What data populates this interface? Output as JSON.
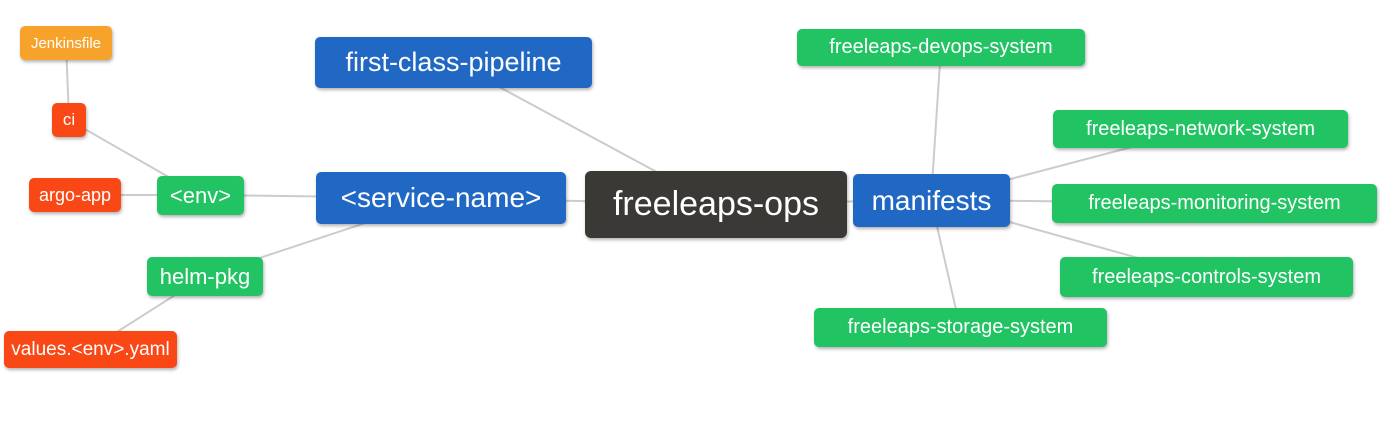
{
  "diagram": {
    "type": "mindmap",
    "root_label": "freeleaps-ops",
    "palette": {
      "blue": "#2168C4",
      "green": "#22C363",
      "red_orange": "#F94816",
      "amber": "#F7A32B",
      "dark": "#3B3936",
      "edge": "#cccccc",
      "text": "#ffffff",
      "background": "#ffffff"
    },
    "nodes": [
      {
        "id": "jenkinsfile",
        "label": "Jenkinsfile",
        "color": "#F7A32B"
      },
      {
        "id": "ci",
        "label": "ci",
        "color": "#F94816"
      },
      {
        "id": "argo-app",
        "label": "argo-app",
        "color": "#F94816"
      },
      {
        "id": "env",
        "label": "<env>",
        "color": "#22C363"
      },
      {
        "id": "helm-pkg",
        "label": "helm-pkg",
        "color": "#22C363"
      },
      {
        "id": "values-env-yaml",
        "label": "values.<env>.yaml",
        "color": "#F94816"
      },
      {
        "id": "first-class-pipeline",
        "label": "first-class-pipeline",
        "color": "#2168C4"
      },
      {
        "id": "service-name",
        "label": "<service-name>",
        "color": "#2168C4"
      },
      {
        "id": "freeleaps-ops",
        "label": "freeleaps-ops",
        "color": "#3B3936"
      },
      {
        "id": "manifests",
        "label": "manifests",
        "color": "#2168C4"
      },
      {
        "id": "freeleaps-devops-system",
        "label": "freeleaps-devops-system",
        "color": "#22C363"
      },
      {
        "id": "freeleaps-network-system",
        "label": "freeleaps-network-system",
        "color": "#22C363"
      },
      {
        "id": "freeleaps-monitoring-system",
        "label": "freeleaps-monitoring-system",
        "color": "#22C363"
      },
      {
        "id": "freeleaps-controls-system",
        "label": "freeleaps-controls-system",
        "color": "#22C363"
      },
      {
        "id": "freeleaps-storage-system",
        "label": "freeleaps-storage-system",
        "color": "#22C363"
      }
    ],
    "edges": [
      [
        "jenkinsfile",
        "ci"
      ],
      [
        "ci",
        "env"
      ],
      [
        "argo-app",
        "env"
      ],
      [
        "env",
        "service-name"
      ],
      [
        "helm-pkg",
        "service-name"
      ],
      [
        "values-env-yaml",
        "helm-pkg"
      ],
      [
        "first-class-pipeline",
        "freeleaps-ops"
      ],
      [
        "service-name",
        "freeleaps-ops"
      ],
      [
        "freeleaps-ops",
        "manifests"
      ],
      [
        "manifests",
        "freeleaps-devops-system"
      ],
      [
        "manifests",
        "freeleaps-network-system"
      ],
      [
        "manifests",
        "freeleaps-monitoring-system"
      ],
      [
        "manifests",
        "freeleaps-controls-system"
      ],
      [
        "manifests",
        "freeleaps-storage-system"
      ]
    ]
  }
}
